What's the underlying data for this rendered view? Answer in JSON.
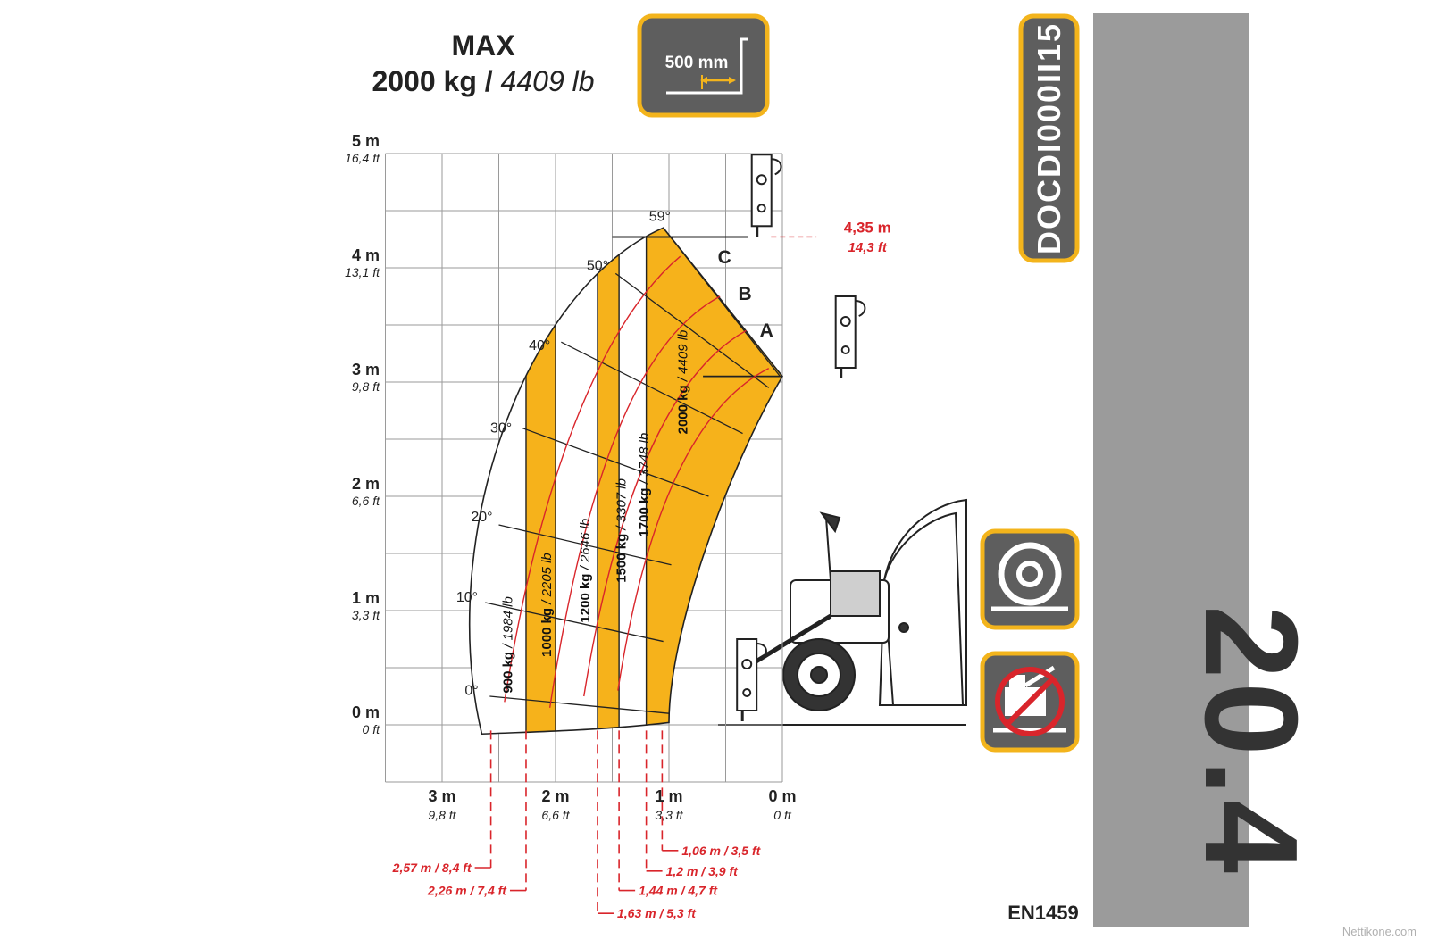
{
  "header": {
    "max_label": "MAX",
    "capacity_kg": "2000 kg",
    "separator": "/",
    "capacity_lb": "4409 lb"
  },
  "load_center_badge": {
    "label": "500 mm",
    "icon": "fork-load-center-icon"
  },
  "doc_code": "DOCDI000II15",
  "model": "20.4",
  "standard": "EN1459",
  "watermark": "Nettikone.com",
  "side_icons": [
    "tyre-icon",
    "no-stabilizers-icon"
  ],
  "colors": {
    "load_zone": "#f6b21b",
    "badge_border": "#f3b41c",
    "badge_fill": "#5e5e5e",
    "side_band": "#9b9b9b",
    "accent_red": "#d9252b"
  },
  "chart_data": {
    "type": "load-chart",
    "y_axis": {
      "ticks": [
        {
          "m": "0 m",
          "ft": "0 ft",
          "value": 0
        },
        {
          "m": "1 m",
          "ft": "3,3 ft",
          "value": 1
        },
        {
          "m": "2 m",
          "ft": "6,6 ft",
          "value": 2
        },
        {
          "m": "3 m",
          "ft": "9,8 ft",
          "value": 3
        },
        {
          "m": "4 m",
          "ft": "13,1 ft",
          "value": 4
        },
        {
          "m": "5 m",
          "ft": "16,4 ft",
          "value": 5
        }
      ]
    },
    "x_axis": {
      "ticks": [
        {
          "m": "3 m",
          "ft": "9,8 ft",
          "value": 3
        },
        {
          "m": "2 m",
          "ft": "6,6 ft",
          "value": 2
        },
        {
          "m": "1 m",
          "ft": "3,3 ft",
          "value": 1
        },
        {
          "m": "0 m",
          "ft": "0 ft",
          "value": 0
        }
      ]
    },
    "angles": [
      "0°",
      "10°",
      "20°",
      "30°",
      "40°",
      "50°",
      "59°"
    ],
    "extension_marks": [
      "A",
      "B",
      "C"
    ],
    "max_height": {
      "m": "4,35 m",
      "ft": "14,3 ft",
      "value": 4.35
    },
    "load_zones": [
      {
        "label": "900 kg / 1984 lb",
        "kg": "900 kg",
        "lb": "1984 lb",
        "reach": "2,57 m / 8,4 ft",
        "reach_m": 2.57
      },
      {
        "label": "1000 kg / 2205 lb",
        "kg": "1000 kg",
        "lb": "2205 lb",
        "reach": "2,26 m / 7,4 ft",
        "reach_m": 2.26
      },
      {
        "label": "1200 kg / 2646 lb",
        "kg": "1200 kg",
        "lb": "2646 lb",
        "reach": "1,63 m / 5,3 ft",
        "reach_m": 1.63
      },
      {
        "label": "1500 kg / 3307 lb",
        "kg": "1500 kg",
        "lb": "3307 lb",
        "reach": "1,44 m / 4,7 ft",
        "reach_m": 1.44
      },
      {
        "label": "1700 kg / 3748 lb",
        "kg": "1700 kg",
        "lb": "3748 lb",
        "reach": "1,2 m / 3,9 ft",
        "reach_m": 1.2
      },
      {
        "label": "2000 kg / 4409 lb",
        "kg": "2000 kg",
        "lb": "4409 lb",
        "reach": "1,06 m / 3,5 ft",
        "reach_m": 1.06
      }
    ]
  }
}
